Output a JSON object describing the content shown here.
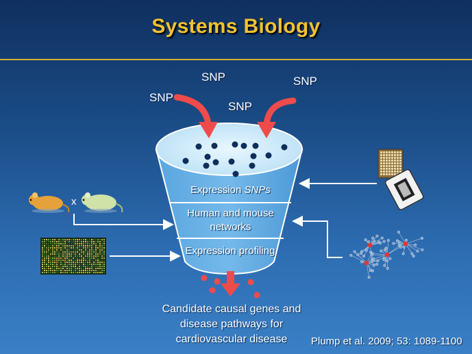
{
  "title": "Systems Biology",
  "snp_labels": [
    "SNP",
    "SNP",
    "SNP",
    "SNP"
  ],
  "funnel": {
    "tiers": [
      {
        "label": "Expression ",
        "label_italic": "SNPs"
      },
      {
        "label_line1": "Human and mouse",
        "label_line2": "networks"
      },
      {
        "label": "Expression profiling"
      }
    ]
  },
  "cross_symbol": "x",
  "outcome": {
    "line1": "Candidate causal genes and",
    "line2": "disease pathways for",
    "line3": "cardiovascular disease"
  },
  "citation": "Plump et al. 2009; 53: 1089-1100",
  "icons": {
    "mouse_left": "mouse-icon",
    "mouse_right": "mouse-icon",
    "microarray": "microarray-image",
    "genechip": "genechip-icon",
    "network": "network-diagram"
  },
  "colors": {
    "title": "#f2c230",
    "arrow": "#ef4b4b",
    "funnel": "#5fa8dd",
    "funnel_top": "#d5eefa",
    "dot": "#0e2f5c"
  }
}
